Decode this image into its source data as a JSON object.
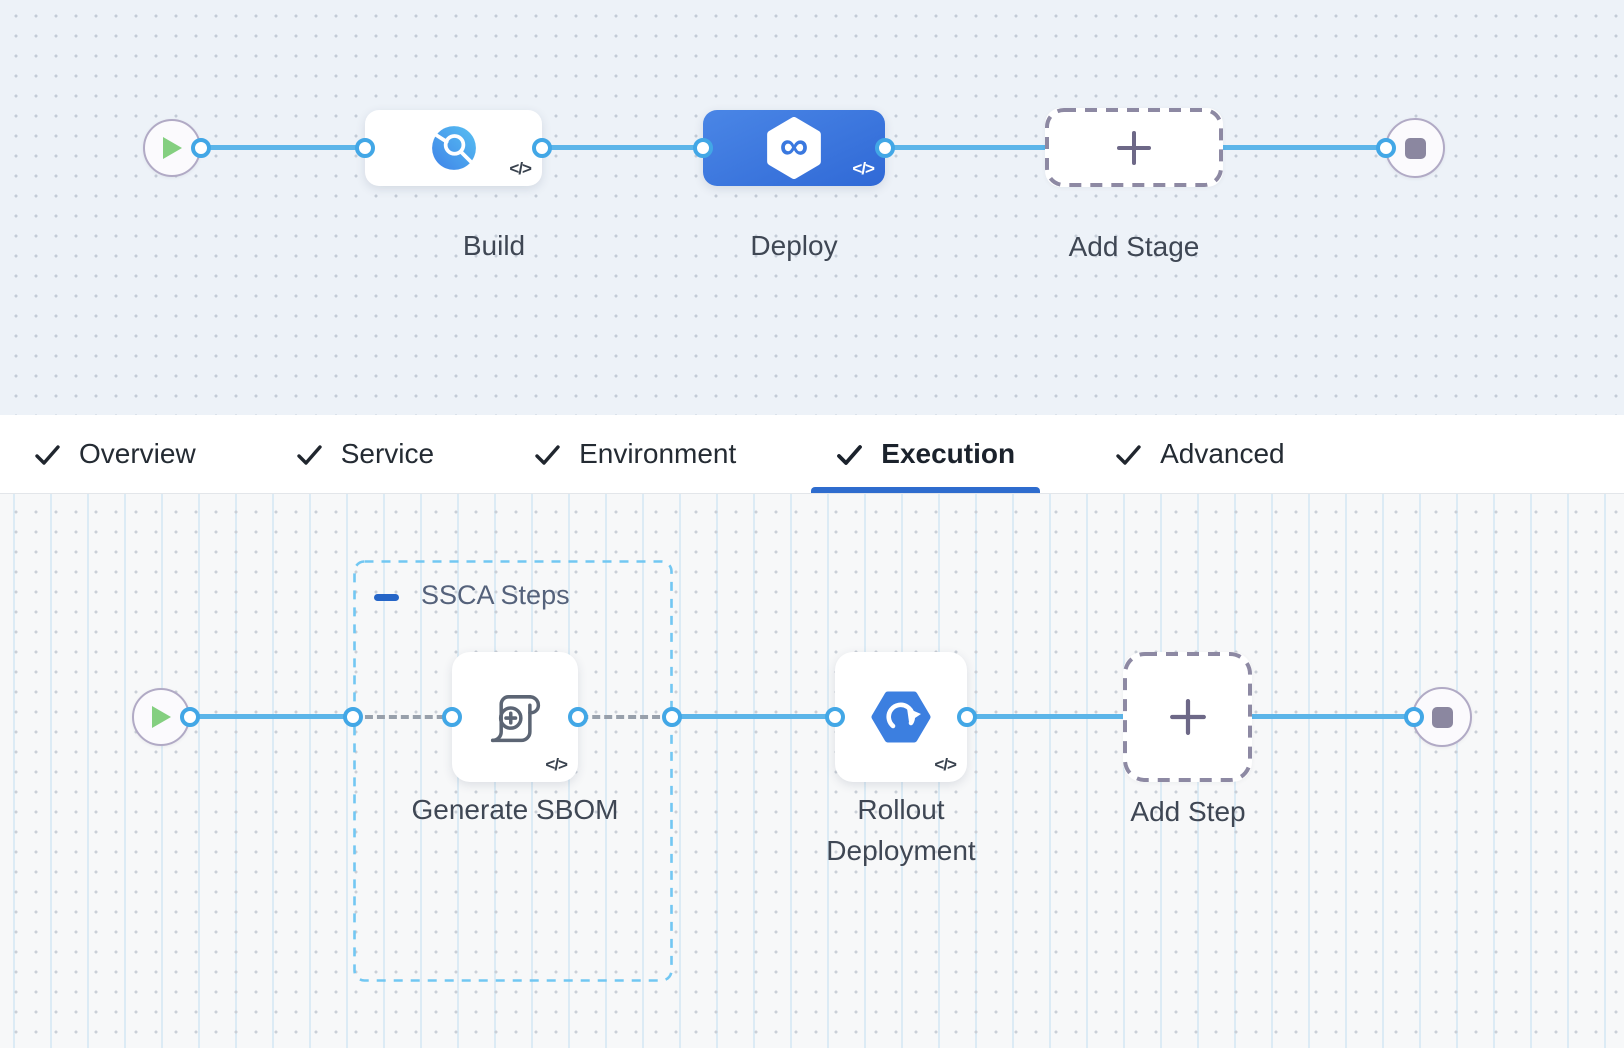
{
  "stage_pipeline": {
    "stages": [
      {
        "id": "build",
        "label": "Build",
        "type": "ci-stage"
      },
      {
        "id": "deploy",
        "label": "Deploy",
        "type": "cd-stage",
        "selected": true
      },
      {
        "id": "add",
        "label": "Add Stage",
        "type": "add-button"
      }
    ]
  },
  "tabs": [
    {
      "label": "Overview",
      "checked": true,
      "active": false
    },
    {
      "label": "Service",
      "checked": true,
      "active": false
    },
    {
      "label": "Environment",
      "checked": true,
      "active": false
    },
    {
      "label": "Execution",
      "checked": true,
      "active": true
    },
    {
      "label": "Advanced",
      "checked": true,
      "active": false
    }
  ],
  "execution_graph": {
    "group": {
      "label": "SSCA Steps",
      "collapsed": false
    },
    "steps": [
      {
        "id": "generate-sbom",
        "label": "Generate SBOM",
        "type": "ssca-step",
        "in_group": true
      },
      {
        "id": "rollout-deployment",
        "label_line1": "Rollout",
        "label_line2": "Deployment",
        "type": "k8s-rollout-step"
      },
      {
        "id": "add-step",
        "label": "Add Step",
        "type": "add-button"
      }
    ]
  },
  "glyphs": {
    "code": "</>",
    "infinity": "∞"
  },
  "colors": {
    "connector_blue": "#5cb5e9",
    "ring_blue": "#42a7e6",
    "selected_stage_blue": "#3a78df",
    "active_tab_underline": "#2e6cce",
    "group_border_blue": "#72c7f2",
    "play_green": "#84cf80",
    "dashed_gray": "#98a0ab",
    "add_border_gray": "#8d89a3",
    "canvas_top_bg": "#edf2f8",
    "canvas_bottom_bg": "#f7f8f9"
  }
}
